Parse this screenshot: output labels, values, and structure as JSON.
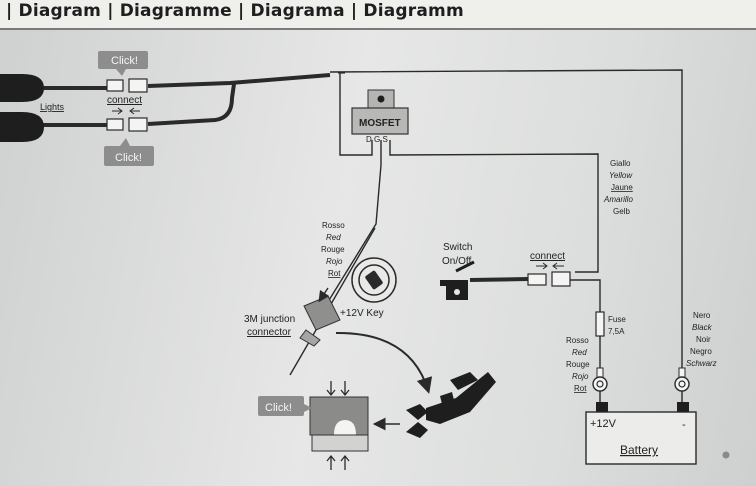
{
  "header": {
    "title": "| Diagram | Diagramme | Diagrama | Diagramm"
  },
  "lights": {
    "label": "Lights",
    "connect_label": "connect",
    "click_top": "Click!",
    "click_bottom": "Click!"
  },
  "mosfet": {
    "label": "MOSFET",
    "pins": "D G S"
  },
  "red_wire_labels": [
    "Rosso",
    "Red",
    "Rouge",
    "Rojo",
    "Rot"
  ],
  "yellow_wire_labels": [
    "Giallo",
    "Yellow",
    "Jaune",
    "Amarillo",
    "Gelb"
  ],
  "black_wire_labels": [
    "Nero",
    "Black",
    "Noir",
    "Negro",
    "Schwarz"
  ],
  "fuse_red_labels": [
    "Rosso",
    "Red",
    "Rouge",
    "Rojo",
    "Rot"
  ],
  "switch": {
    "label_line1": "Switch",
    "label_line2": "On/Off",
    "connect_label": "connect"
  },
  "key": {
    "label": "+12V Key"
  },
  "junction": {
    "label_line1": "3M junction",
    "label_line2": "connector",
    "click": "Click!"
  },
  "fuse": {
    "label_line1": "Fuse",
    "label_line2": "7,5A"
  },
  "battery": {
    "label": "Battery",
    "plus": "+12V",
    "minus": "-"
  },
  "colors": {
    "wire": "#2a2a2a",
    "background": "#dfe1e0",
    "callout": "#8d8d8d"
  }
}
